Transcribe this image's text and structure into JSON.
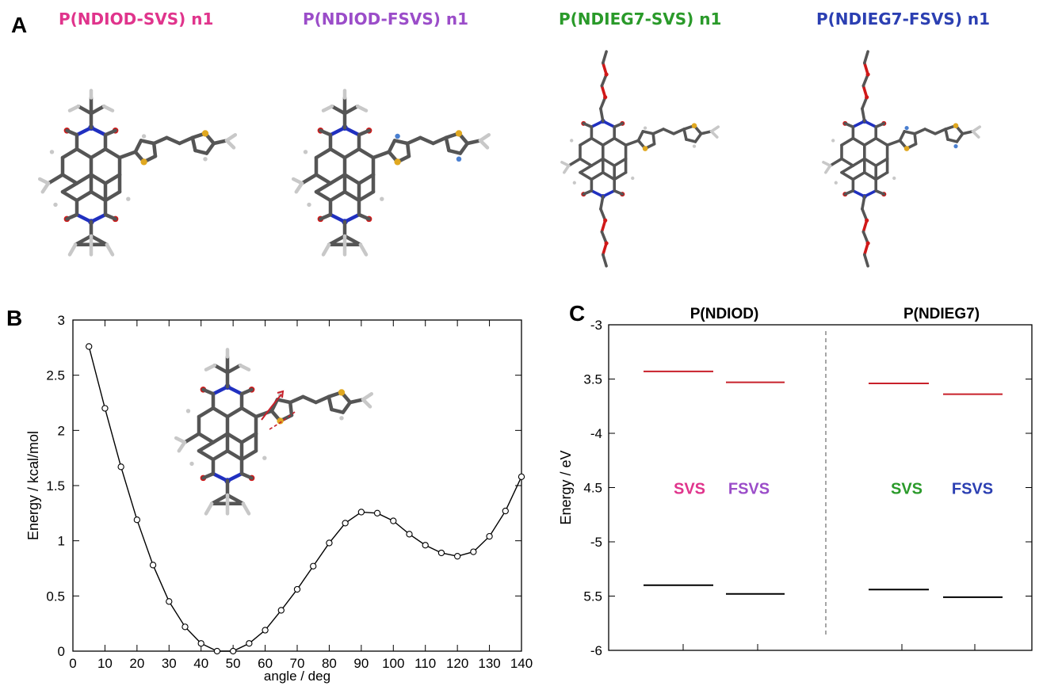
{
  "panel_labels": {
    "a": "A",
    "b": "B",
    "c": "C"
  },
  "colors": {
    "SVS_NDIOD": "#e0348c",
    "FSVS_NDIOD": "#9b4dc9",
    "SVS_NDIEG7": "#2a9a2a",
    "FSVS_NDIEG7": "#2b3fb2",
    "lumo": "#c8202a",
    "homo": "#000000",
    "atom_C": "#555555",
    "atom_H": "#c8c8c8",
    "atom_O": "#d01818",
    "atom_N": "#2030c0",
    "atom_S": "#e0a820",
    "atom_F": "#4a7fd0"
  },
  "panel_a": {
    "molecules": [
      {
        "title": "P(NDIOD-SVS) n1",
        "color": "#e0348c",
        "side_chain": "alkyl",
        "fluorinated": false
      },
      {
        "title": "P(NDIOD-FSVS) n1",
        "color": "#9b4dc9",
        "side_chain": "alkyl",
        "fluorinated": true
      },
      {
        "title": "P(NDIEG7-SVS) n1",
        "color": "#2a9a2a",
        "side_chain": "glycol",
        "fluorinated": false
      },
      {
        "title": "P(NDIEG7-FSVS) n1",
        "color": "#2b3fb2",
        "side_chain": "glycol",
        "fluorinated": true
      }
    ]
  },
  "chart_data": [
    {
      "type": "line",
      "panel": "B",
      "xlabel": "angle / deg",
      "ylabel": "Energy / kcal/mol",
      "xlim": [
        0,
        140
      ],
      "ylim": [
        0,
        3
      ],
      "xticks": [
        0,
        10,
        20,
        30,
        40,
        50,
        60,
        70,
        80,
        90,
        100,
        110,
        120,
        130,
        140
      ],
      "yticks": [
        0,
        0.5,
        1,
        1.5,
        2,
        2.5,
        3
      ],
      "ytick_labels": [
        "0",
        "0.5",
        "1",
        "1.5",
        "2",
        "2.5",
        "3"
      ],
      "grid": false,
      "marker": "open-circle",
      "x": [
        5,
        10,
        15,
        20,
        25,
        30,
        35,
        40,
        45,
        50,
        55,
        60,
        65,
        70,
        75,
        80,
        85,
        90,
        95,
        100,
        105,
        110,
        115,
        120,
        125,
        130,
        135,
        140
      ],
      "y": [
        2.76,
        2.2,
        1.67,
        1.19,
        0.78,
        0.45,
        0.22,
        0.07,
        0.0,
        0.0,
        0.07,
        0.19,
        0.37,
        0.56,
        0.77,
        0.98,
        1.16,
        1.26,
        1.25,
        1.18,
        1.06,
        0.96,
        0.89,
        0.86,
        0.9,
        1.04,
        1.27,
        1.58
      ]
    },
    {
      "type": "energy-level-diagram",
      "panel": "C",
      "ylabel": "Energy / eV",
      "ylim": [
        -6,
        -3
      ],
      "yticks": [
        -3,
        -3.5,
        -4,
        -4.5,
        -5,
        -5.5,
        -6
      ],
      "ytick_labels": [
        "-3",
        "3.5",
        "-4",
        "4.5",
        "-5",
        "5.5",
        "-6"
      ],
      "groups": [
        {
          "name": "P(NDIOD)",
          "items": [
            {
              "label": "SVS",
              "color": "#e0348c",
              "lumo": -3.43,
              "homo": -5.4
            },
            {
              "label": "FSVS",
              "color": "#9b4dc9",
              "lumo": -3.53,
              "homo": -5.48
            }
          ]
        },
        {
          "name": "P(NDIEG7)",
          "items": [
            {
              "label": "SVS",
              "color": "#2a9a2a",
              "lumo": -3.54,
              "homo": -5.44
            },
            {
              "label": "FSVS",
              "color": "#2b3fb2",
              "lumo": -3.64,
              "homo": -5.51
            }
          ]
        }
      ],
      "label_energy": -4.5
    }
  ]
}
